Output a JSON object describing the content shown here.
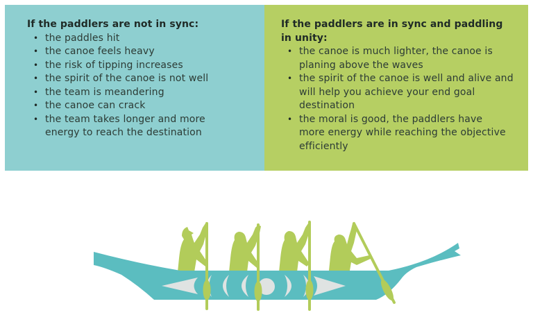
{
  "colors": {
    "panel_left_bg": "#8ecfd0",
    "panel_right_bg": "#b6cf63",
    "title_text": "#1f2a26",
    "body_text": "#2c3b35",
    "canoe_hull": "#5bbdc0",
    "paddler_green": "#b2cc5a",
    "design_grey": "#dfe3e2"
  },
  "left_panel": {
    "title": "If the paddlers are not in sync:",
    "items": [
      "the paddles hit",
      "the canoe feels heavy",
      "the risk of tipping increases",
      "the spirit of the canoe is not well",
      "the team is meandering",
      "the canoe can crack",
      "the team takes longer and more energy to reach the destination"
    ]
  },
  "right_panel": {
    "title": "If the paddlers are in sync and paddling in unity:",
    "items": [
      "the canoe is much lighter, the canoe is planing above the waves",
      "the spirit of the canoe is well and alive and will help you achieve your end goal destination",
      "the moral is good, the paddlers have more energy while reaching the objective efficiently"
    ]
  },
  "illustration": {
    "subject": "canoe-with-four-paddlers",
    "paddler_count": 4
  }
}
